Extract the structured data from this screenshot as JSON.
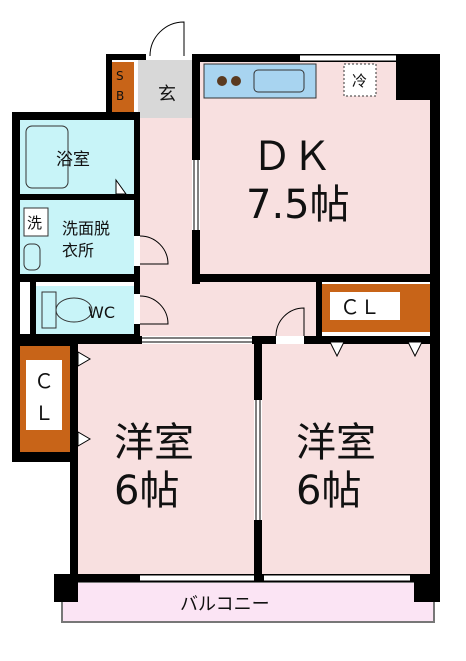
{
  "colors": {
    "wall": "#000000",
    "room_pink": "#f8e0e0",
    "wet_cyan": "#c8f4f8",
    "storage_brown": "#c86418",
    "entry_gray": "#d8d8d8",
    "balcony_pink": "#fbe4f4",
    "kitchen_blue": "#a8d4f0"
  },
  "rooms": {
    "sb_top": "S",
    "sb_bottom": "B",
    "genkan": "玄",
    "bath": "浴室",
    "wash_icon": "洗",
    "washroom_line1": "洗面脱",
    "washroom_line2": "衣所",
    "wc": "WC",
    "dk_name": "ＤＫ",
    "dk_size": "7.5帖",
    "fridge": "冷",
    "closet_right": "ＣＬ",
    "closet_left_top": "Ｃ",
    "closet_left_bottom": "Ｌ",
    "western_left_name": "洋室",
    "western_left_size": "6帖",
    "western_right_name": "洋室",
    "western_right_size": "6帖",
    "balcony": "バルコニー"
  }
}
